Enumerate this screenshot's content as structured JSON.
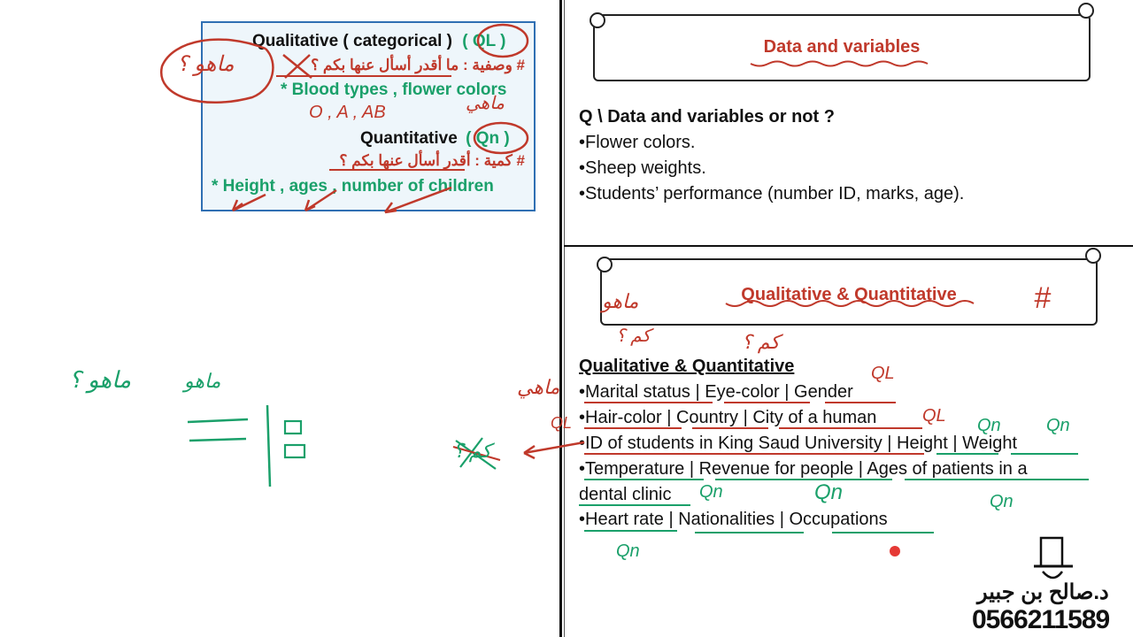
{
  "card": {
    "title_prefix": "Qualitative ( categorical )",
    "title_badge": "QL",
    "line1_arabic": "# وصفية : ما أقدر أسأل عنها بكم ؟",
    "line2": "* Blood types , flower colors",
    "line2_note": "O , A , AB",
    "q_title": "Quantitative",
    "q_badge": "Qn",
    "line3_arabic": "# كمية : أقدر أسأل عنها بكم ؟",
    "line4": "* Height , ages , number of children"
  },
  "top_panel": {
    "banner_title": "Data and variables",
    "question": "Q \\ Data and variables or not ?",
    "items": [
      "•Flower colors.",
      "•Sheep weights.",
      "•Students’ performance (number ID, marks, age)."
    ]
  },
  "bottom_panel": {
    "banner_title": "Qualitative & Quantitative",
    "heading": "Qualitative & Quantitative",
    "lines": [
      "•Marital status | Eye-color | Gender",
      "•Hair-color | Country | City of a human",
      "•ID of students in King Saud University | Height | Weight",
      "•Temperature | Revenue for people | Ages of patients in a",
      "dental clinic",
      "•Heart rate | Nationalities | Occupations"
    ]
  },
  "handwriting": {
    "ql": "QL",
    "qn": "Qn",
    "mahu_question": "ماهو ؟",
    "mahu": "ماهو",
    "kam_question": "كم ؟",
    "mahi": "ماهي",
    "hash": "#"
  },
  "logo": {
    "name": "د.صالح بن جبير",
    "phone": "0566211589"
  },
  "colors": {
    "ink_red": "#c0392b",
    "ink_green": "#1aa06a",
    "card_border": "#2f6fb3",
    "card_bg": "#eef6fb"
  }
}
